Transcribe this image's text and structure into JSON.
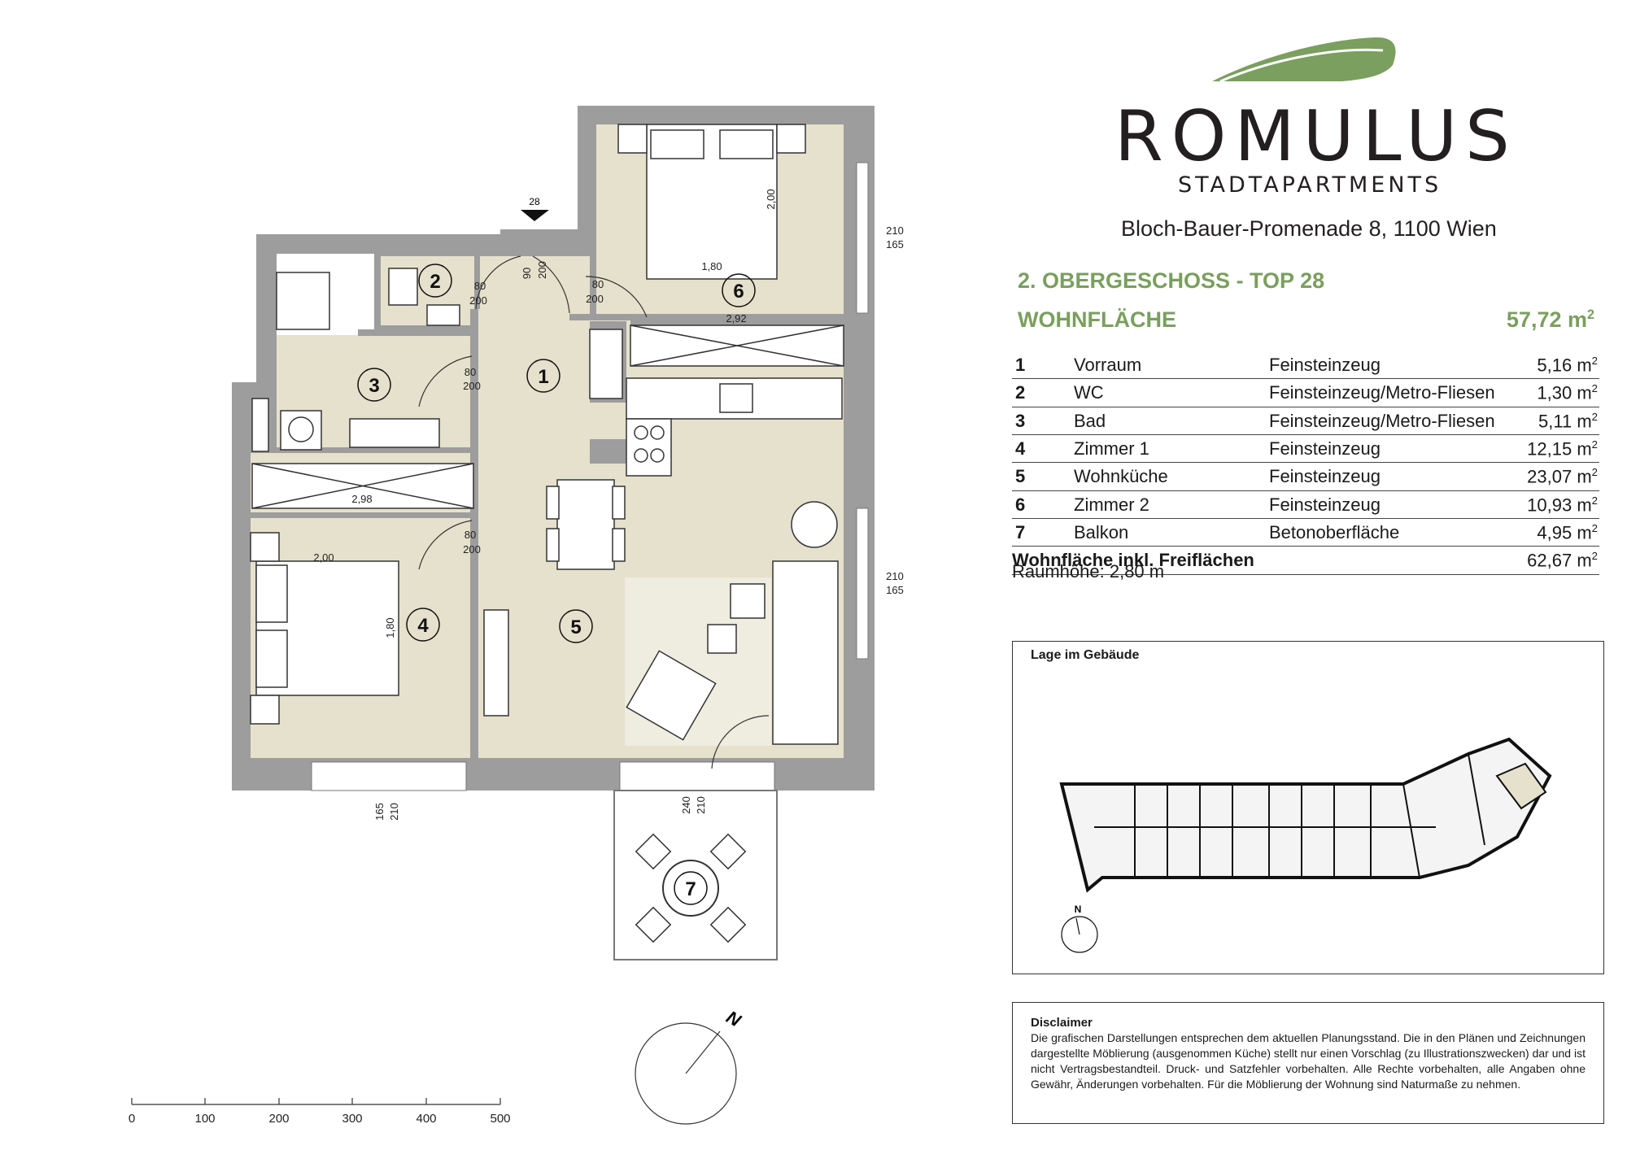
{
  "brand": {
    "name": "ROMULUS",
    "subtitle": "STADTAPARTMENTS",
    "logo_color": "#7a9f5e"
  },
  "address": "Bloch-Bauer-Promenade 8, 1100 Wien",
  "floor_title": "2. OBERGESCHOSS - TOP 28",
  "living_area": {
    "label": "WOHNFLÄCHE",
    "value": "57,72 m",
    "unit_exp": "2"
  },
  "rooms": [
    {
      "number": "1",
      "name": "Vorraum",
      "flooring": "Feinsteinzeug",
      "area": "5,16 m",
      "exp": "2"
    },
    {
      "number": "2",
      "name": "WC",
      "flooring": "Feinsteinzeug/Metro-Fliesen",
      "area": "1,30 m",
      "exp": "2"
    },
    {
      "number": "3",
      "name": "Bad",
      "flooring": "Feinsteinzeug/Metro-Fliesen",
      "area": "5,11 m",
      "exp": "2"
    },
    {
      "number": "4",
      "name": "Zimmer 1",
      "flooring": "Feinsteinzeug",
      "area": "12,15 m",
      "exp": "2"
    },
    {
      "number": "5",
      "name": "Wohnküche",
      "flooring": "Feinsteinzeug",
      "area": "23,07 m",
      "exp": "2"
    },
    {
      "number": "6",
      "name": "Zimmer 2",
      "flooring": "Feinsteinzeug",
      "area": "10,93 m",
      "exp": "2"
    },
    {
      "number": "7",
      "name": "Balkon",
      "flooring": "Betonoberfläche",
      "area": "4,95 m",
      "exp": "2"
    }
  ],
  "total": {
    "label": "Wohnfläche inkl. Freiflächen",
    "area": "62,67 m",
    "exp": "2"
  },
  "ceiling_height": "Raumhöhe: 2,80 m",
  "location": {
    "title": "Lage im Gebäude",
    "north": "N"
  },
  "disclaimer": {
    "title": "Disclaimer",
    "text": "Die grafischen Darstellungen entsprechen dem aktuellen Planungsstand. Die in den Plänen und Zeichnungen dargestellte Möblierung (ausgenommen Küche) stellt nur einen Vorschlag (zu Illustrationszwecken) dar und ist nicht Vertragsbestandteil. Druck- und Satzfehler vorbehalten. Alle Rechte vorbehalten, alle Angaben ohne Gewähr, Änderungen vorbehalten. Für die Möblierung der Wohnung sind Naturmaße zu nehmen."
  },
  "plan": {
    "room_markers": [
      "1",
      "2",
      "3",
      "4",
      "5",
      "6",
      "7"
    ],
    "entrance_number": "28",
    "dimensions": {
      "bed6_width": "1,80",
      "bed6_length": "2,00",
      "wardrobe6": "2,92",
      "bed4_width": "2,00",
      "bed4_length": "1,80",
      "wardrobe4": "2,98",
      "door_wc": "80",
      "door_wc_h": "200",
      "door_entry": "90",
      "door_entry_h": "200",
      "door_z2": "80",
      "door_z2_h": "200",
      "door_bad": "80",
      "door_bad_h": "200",
      "door_z1": "80",
      "door_z1_h": "200",
      "win_z2_h": "210",
      "win_z2_b": "165",
      "win_liv_h": "210",
      "win_liv_b": "165",
      "win_z1_h": "210",
      "win_z1_b": "165",
      "balc_door_h": "210",
      "balc_door_b": "240"
    },
    "compass": "N",
    "scale_labels": [
      "0",
      "100",
      "200",
      "300",
      "400",
      "500"
    ],
    "colors": {
      "room_fill": "#e6e1cc",
      "living_fill": "#efece0",
      "wall": "#9d9d9d",
      "accent": "#7a9f5e"
    }
  }
}
